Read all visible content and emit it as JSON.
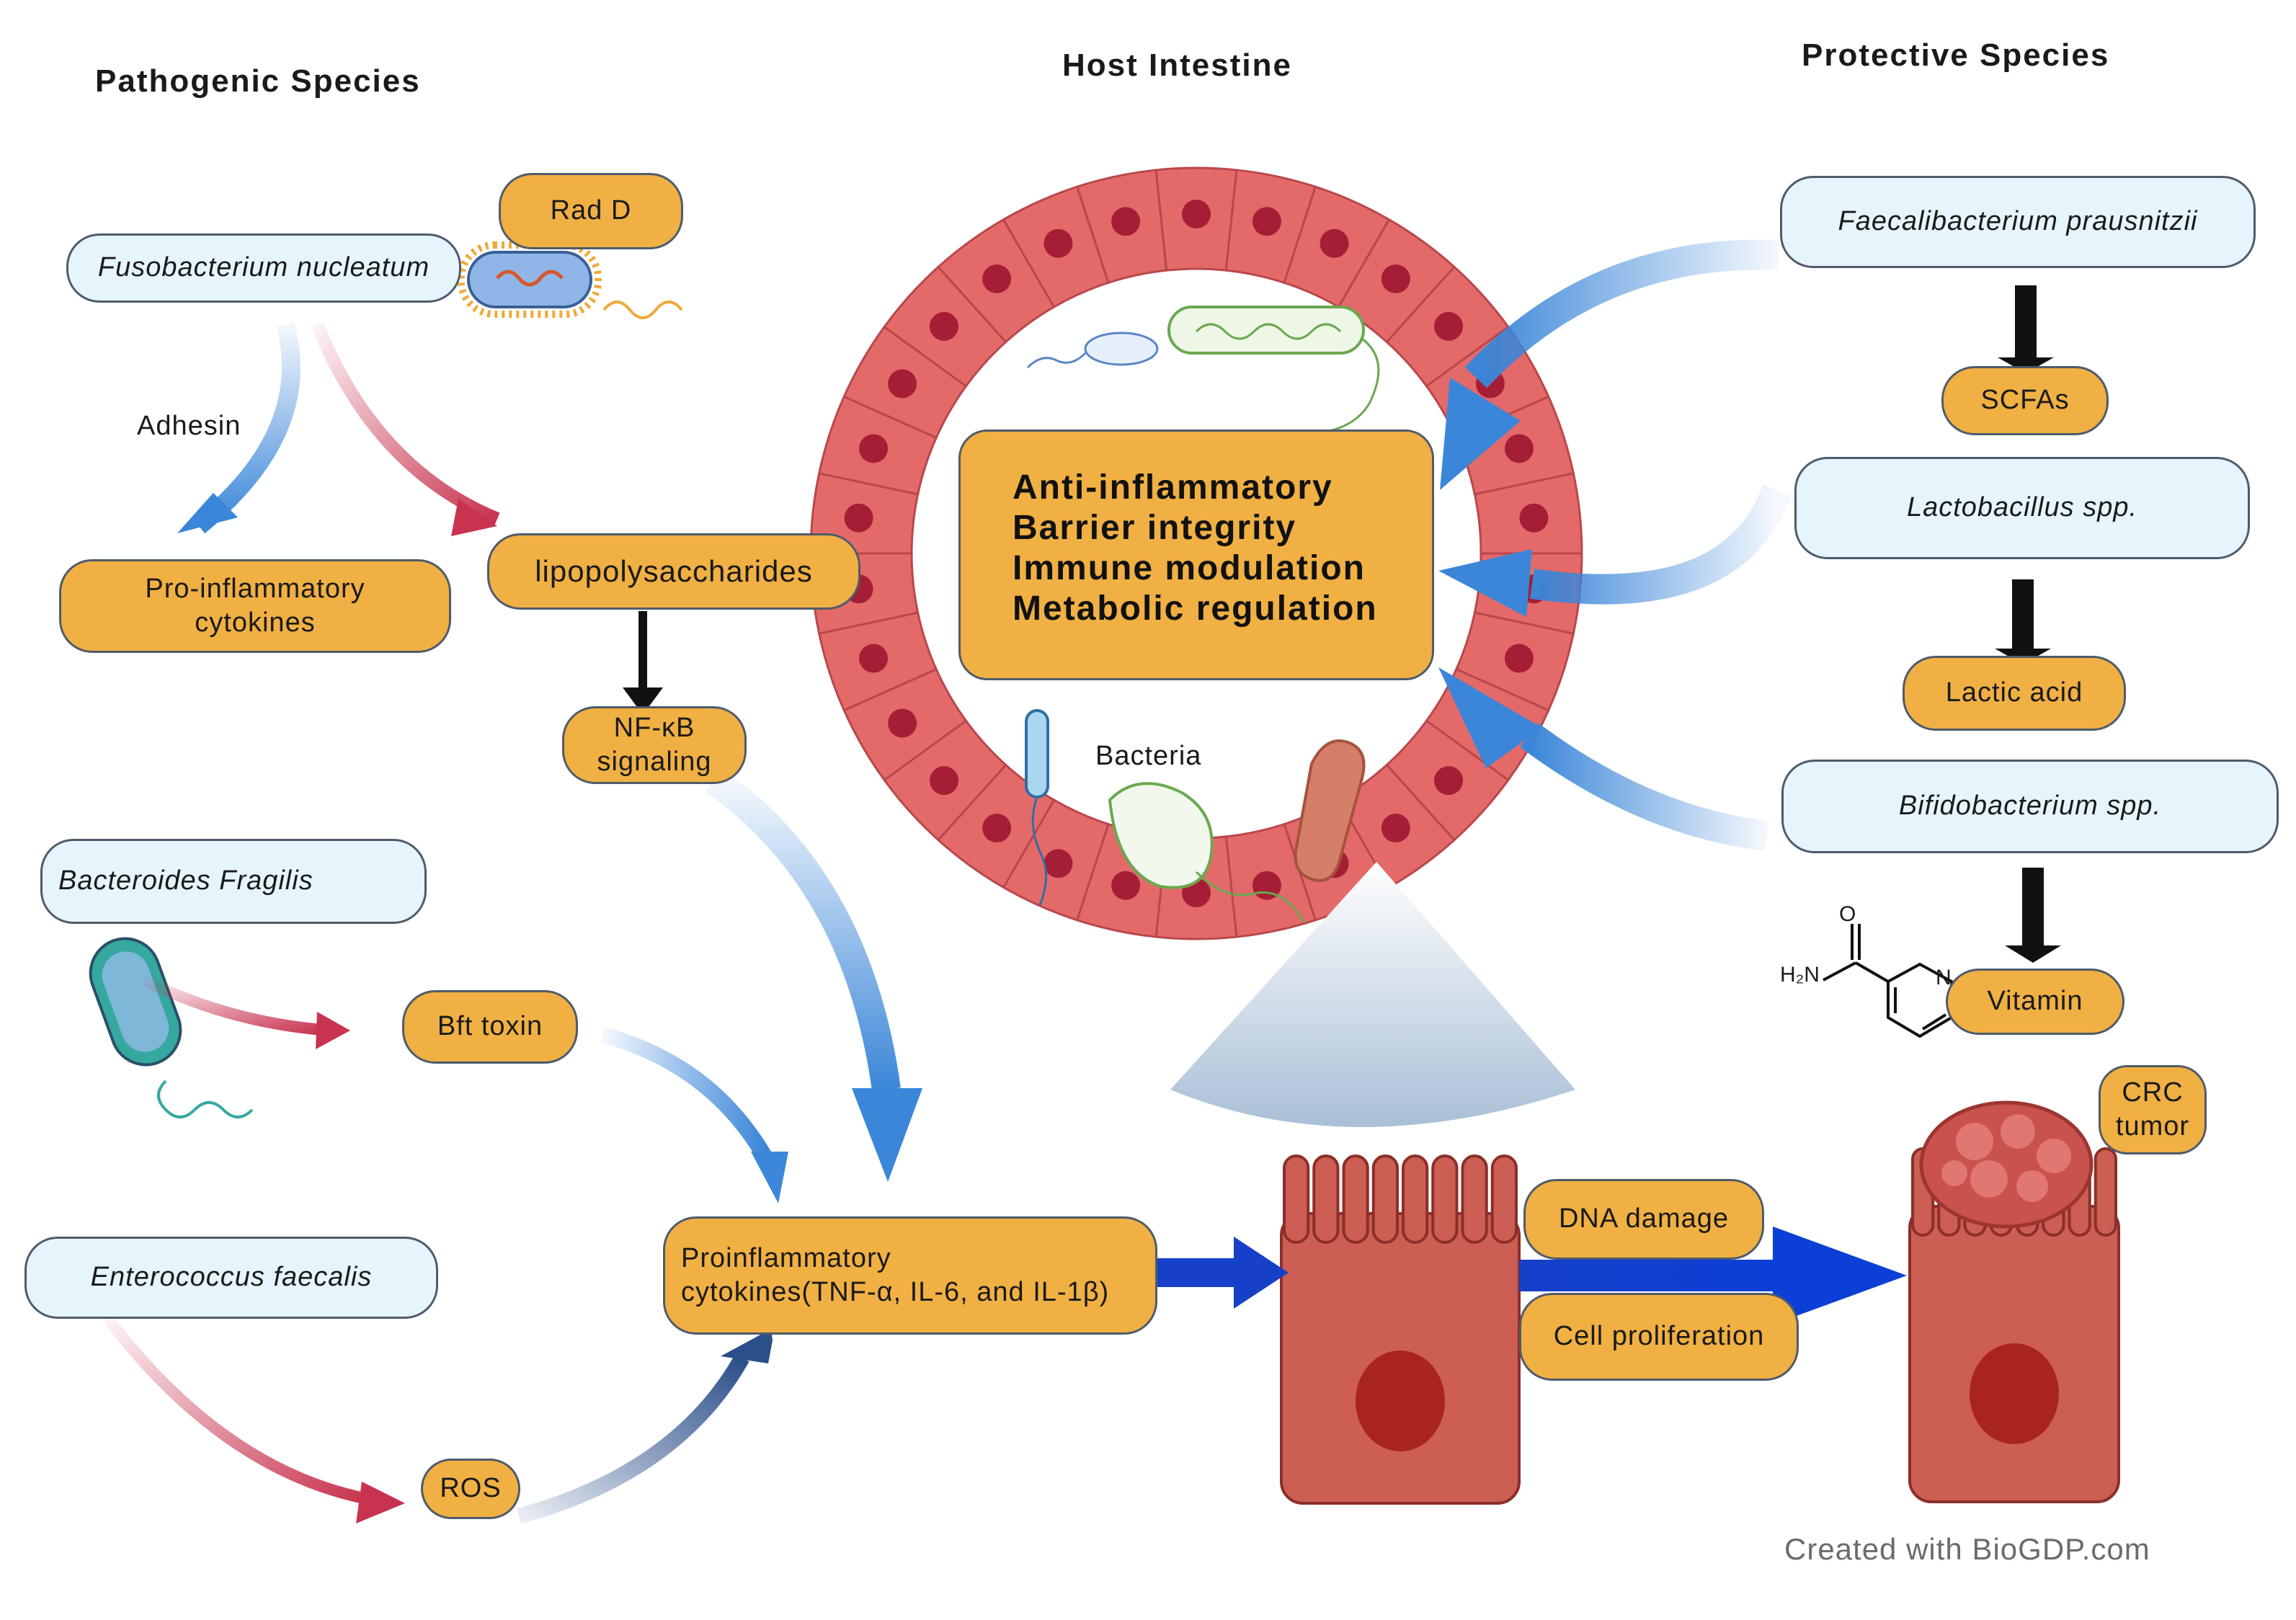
{
  "headers": {
    "pathogenic": "Pathogenic Species",
    "host": "Host Intestine",
    "protective": "Protective Species"
  },
  "pathogens": {
    "fusobacterium": "Fusobacterium nucleatum",
    "bacteroides": "Bacteroides Fragilis",
    "enterococcus": "Enterococcus faecalis"
  },
  "factors": {
    "rad_d": "Rad D",
    "adhesin": "Adhesin",
    "pro_inflammatory_line1": "Pro-inflammatory",
    "pro_inflammatory_line2": "cytokines",
    "lps": "lipopolysaccharides",
    "nfkb_line1": "NF-κB",
    "nfkb_line2": "signaling",
    "bft": "Bft toxin",
    "ros": "ROS",
    "proinflam_line1": "Proinflammatory",
    "proinflam_line2": "cytokines(TNF-α, IL-6, and IL-1β)"
  },
  "host": {
    "functions": [
      "Anti-inflammatory",
      "Barrier integrity",
      "Immune modulation",
      "Metabolic regulation"
    ],
    "bacteria_label": "Bacteria"
  },
  "protective": {
    "faecalibacterium": "Faecalibacterium prausnitzii",
    "scfas": "SCFAs",
    "lactobacillus": "Lactobacillus spp.",
    "lactic_acid": "Lactic acid",
    "bifidobacterium": "Bifidobacterium spp.",
    "vitamin": "Vitamin",
    "molecule_o": "O",
    "molecule_n": "N",
    "molecule_nh2": "H₂N"
  },
  "outcomes": {
    "dna_damage": "DNA damage",
    "cell_proliferation": "Cell proliferation",
    "crc_line1": "CRC",
    "crc_line2": "tumor"
  },
  "credit": "Created with BioGDP.com",
  "colors": {
    "orange": "#f0b043",
    "light_blue": "#e6f4fc",
    "cell_red": "#e46a6a",
    "nucleus": "#a51e35",
    "arrow_blue": "#3b86d8",
    "arrow_red": "#c8334f",
    "deep_blue": "#0b3fd6",
    "tissue": "#cc5e54"
  }
}
